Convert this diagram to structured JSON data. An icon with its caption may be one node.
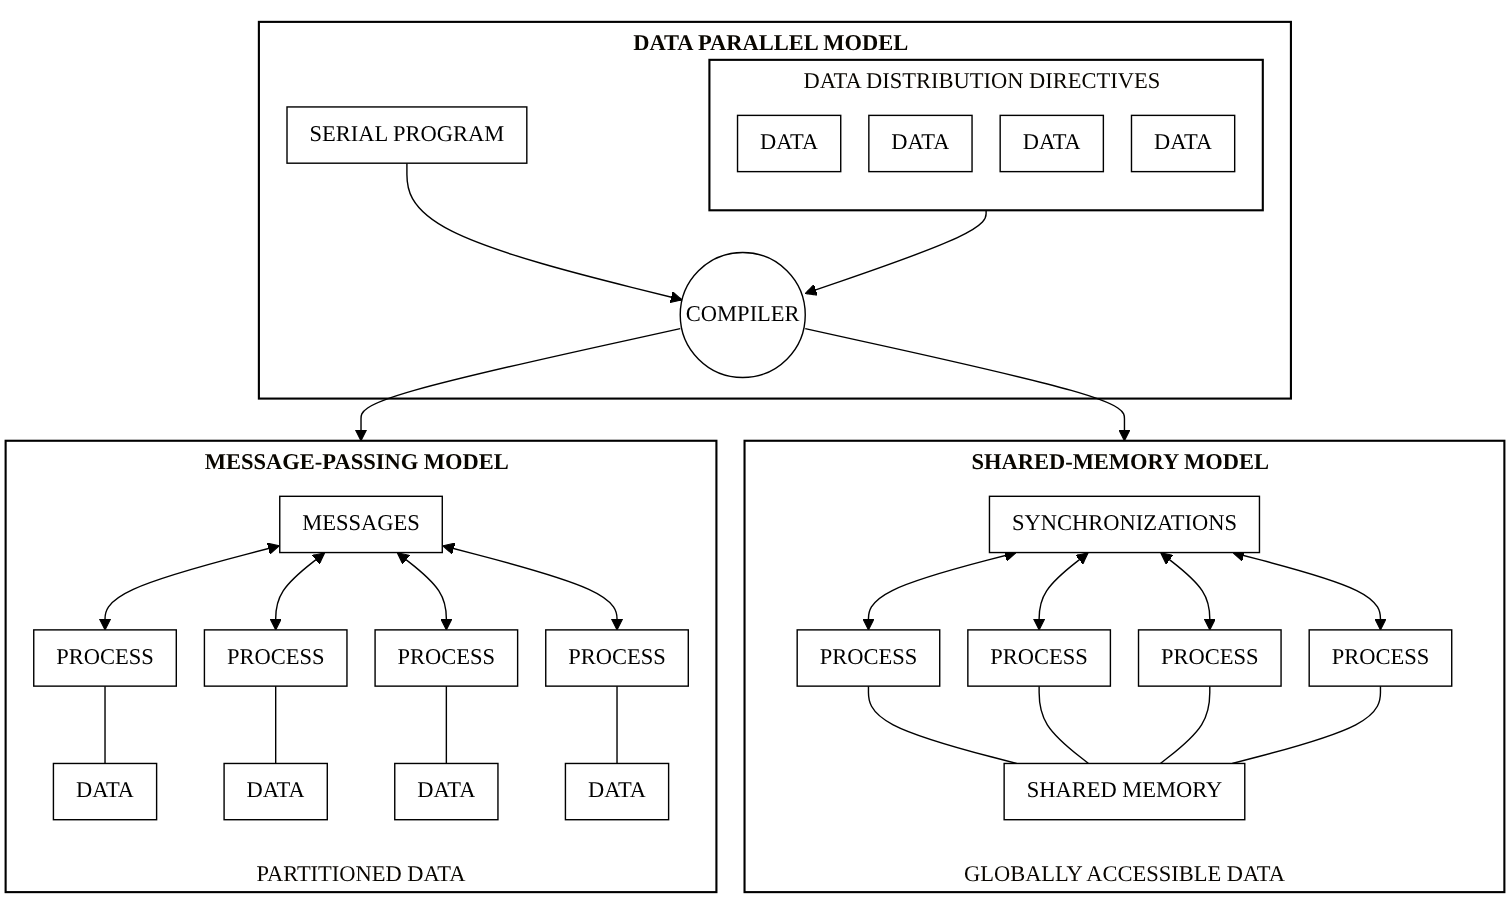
{
  "diagram": {
    "nodes": [
      {
        "text": [
          "DATA PARALLEL MODEL"
        ]
      },
      {
        "text": [
          "SERIAL PROGRAM"
        ],
        "in": 0
      },
      {
        "text": [
          "DATA DISTRIBUTION DIRECTIVES"
        ],
        "in": 0
      },
      {
        "text": [
          "DATA"
        ],
        "in": 2
      },
      {
        "text": [
          "DATA"
        ],
        "in": 2
      },
      {
        "text": [
          "DATA"
        ],
        "in": 2
      },
      {
        "text": [
          "DATA"
        ],
        "in": 2
      },
      {
        "text": [
          "COMPILER"
        ],
        "in": 0
      },
      {
        "text": [
          "MESSAGE-PASSING MODEL",
          "PARTITIONED DATA"
        ]
      },
      {
        "text": [
          "MESSAGES"
        ],
        "in": 8
      },
      {
        "text": [
          "PROCESS"
        ],
        "in": 8
      },
      {
        "text": [
          "PROCESS"
        ],
        "in": 8
      },
      {
        "text": [
          "PROCESS"
        ],
        "in": 8
      },
      {
        "text": [
          "PROCESS"
        ],
        "in": 8
      },
      {
        "text": [
          "DATA"
        ],
        "in": 8
      },
      {
        "text": [
          "DATA"
        ],
        "in": 8
      },
      {
        "text": [
          "DATA"
        ],
        "in": 8
      },
      {
        "text": [
          "DATA"
        ],
        "in": 8
      },
      {
        "text": [
          "SHARED-MEMORY MODEL",
          "GLOBALLY ACCESSIBLE DATA"
        ]
      },
      {
        "text": [
          "SYNCHRONIZATIONS"
        ],
        "in": 18
      },
      {
        "text": [
          "PROCESS"
        ],
        "in": 18
      },
      {
        "text": [
          "PROCESS"
        ],
        "in": 18
      },
      {
        "text": [
          "PROCESS"
        ],
        "in": 18
      },
      {
        "text": [
          "PROCESS"
        ],
        "in": 18
      },
      {
        "text": [
          "SHARED MEMORY"
        ],
        "in": 18
      }
    ],
    "edges": [
      {
        "from": 1,
        "to": 7,
        "arrow": "to"
      },
      {
        "from": 2,
        "to": 7,
        "arrow": "to"
      },
      {
        "from": 7,
        "to": 8,
        "arrow": "to"
      },
      {
        "from": 7,
        "to": 18,
        "arrow": "to"
      },
      {
        "from": 9,
        "to": 10,
        "arrow": "both"
      },
      {
        "from": 9,
        "to": 11,
        "arrow": "both"
      },
      {
        "from": 9,
        "to": 12,
        "arrow": "both"
      },
      {
        "from": 9,
        "to": 13,
        "arrow": "both"
      },
      {
        "from": 10,
        "to": 14,
        "arrow": "none"
      },
      {
        "from": 11,
        "to": 15,
        "arrow": "none"
      },
      {
        "from": 12,
        "to": 16,
        "arrow": "none"
      },
      {
        "from": 13,
        "to": 17,
        "arrow": "none"
      },
      {
        "from": 19,
        "to": 20,
        "arrow": "both"
      },
      {
        "from": 19,
        "to": 21,
        "arrow": "both"
      },
      {
        "from": 19,
        "to": 22,
        "arrow": "both"
      },
      {
        "from": 19,
        "to": 23,
        "arrow": "both"
      },
      {
        "from": 20,
        "to": 24,
        "arrow": "none"
      },
      {
        "from": 21,
        "to": 24,
        "arrow": "none"
      },
      {
        "from": 22,
        "to": 24,
        "arrow": "none"
      },
      {
        "from": 23,
        "to": 24,
        "arrow": "none"
      }
    ]
  }
}
